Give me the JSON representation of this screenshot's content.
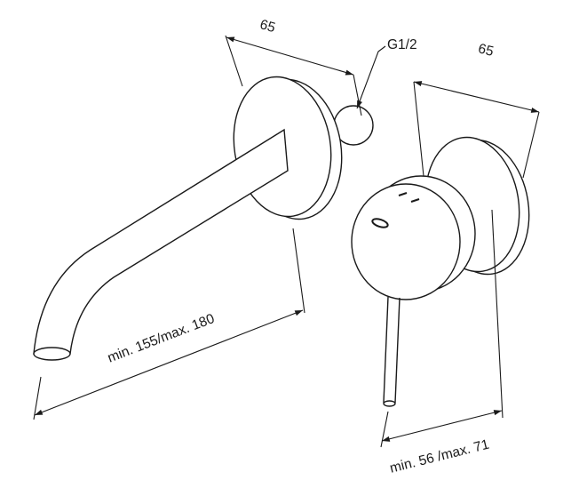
{
  "page": {
    "background": "#ffffff"
  },
  "diagram": {
    "type": "technical-drawing",
    "subject": "wall-mounted basin mixer installation dimension drawing",
    "colors": {
      "line": "#1a1a1a",
      "background": "#ffffff"
    },
    "dimensions": {
      "flange_left_width": "65",
      "thread_size": "G1/2",
      "flange_right_depth": "65",
      "spout_projection": "min. 155/max. 180",
      "handle_depth": "min. 56 /max. 71"
    }
  }
}
